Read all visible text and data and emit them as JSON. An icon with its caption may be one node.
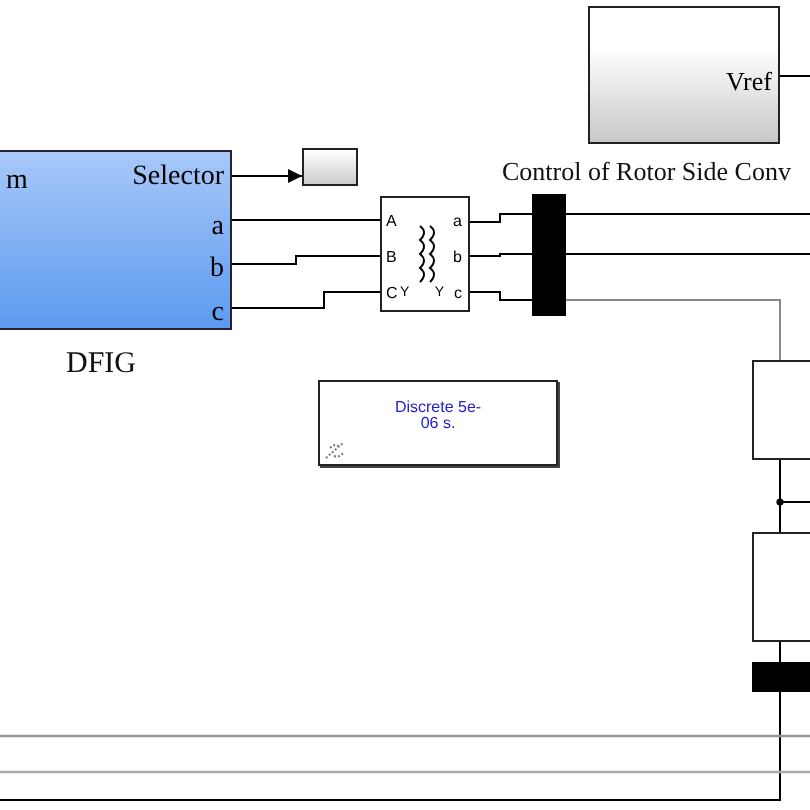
{
  "diagram": {
    "nodes": [
      {
        "text": [
          "m",
          "Selector",
          "a",
          "b",
          "c"
        ],
        "beside": [
          "DFIG"
        ]
      },
      {
        "text": [],
        "shape": "box"
      },
      {
        "text": [
          "A",
          "B",
          "C",
          "Y",
          "Y",
          "a",
          "b",
          "c"
        ]
      },
      {
        "text": [],
        "shape": "bar"
      },
      {
        "text": [
          "Vref"
        ],
        "beside": [
          "Control of Rotor Side Conv"
        ]
      },
      {
        "text": [
          "Discrete 5e-06 s."
        ]
      },
      {
        "text": [],
        "shape": "box"
      },
      {
        "text": [],
        "shape": "box"
      },
      {
        "text": [],
        "shape": "bar"
      }
    ],
    "edges": [
      {
        "from": 0,
        "to": 1,
        "arrow": "to"
      },
      {
        "from": 0,
        "to": 2,
        "arrow": "none"
      },
      {
        "from": 0,
        "to": 2,
        "arrow": "none"
      },
      {
        "from": 0,
        "to": 2,
        "arrow": "none"
      },
      {
        "from": 2,
        "to": 3,
        "arrow": "none"
      },
      {
        "from": 2,
        "to": 3,
        "arrow": "none"
      },
      {
        "from": 2,
        "to": 3,
        "arrow": "none"
      },
      {
        "from": 3,
        "to": null,
        "arrow": "none"
      },
      {
        "from": 3,
        "to": null,
        "arrow": "none"
      },
      {
        "from": 3,
        "to": 6,
        "arrow": "none",
        "color": "#888888"
      },
      {
        "from": 4,
        "to": null,
        "arrow": "none"
      },
      {
        "from": 6,
        "to": 7,
        "arrow": "none"
      },
      {
        "from": 7,
        "to": 8,
        "arrow": "none"
      },
      {
        "from": 8,
        "to": null,
        "arrow": "none"
      }
    ]
  }
}
